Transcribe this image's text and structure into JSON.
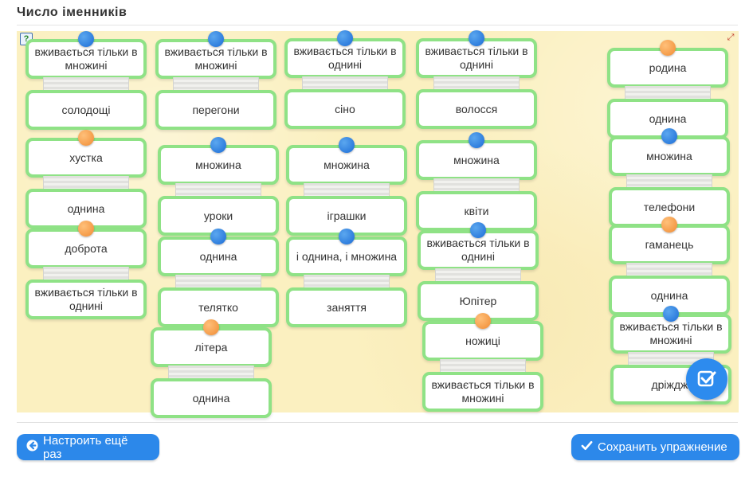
{
  "page": {
    "title": "Число іменників"
  },
  "icons": {
    "help": "help-icon",
    "fullscreen": "fullscreen-icon",
    "check": "check-icon"
  },
  "colors": {
    "card_border": "#8fe286",
    "pin_blue": "#1c6cd6",
    "pin_orange": "#f08b33",
    "button": "#2c88ea",
    "board": "#fbf0c0"
  },
  "pairs": [
    {
      "top": "вживається тільки в множині",
      "bottom": "солодощі",
      "pin": "blue"
    },
    {
      "top": "хустка",
      "bottom": "однина",
      "pin": "orange"
    },
    {
      "top": "доброта",
      "bottom": "вживається тільки в однині",
      "pin": "orange"
    },
    {
      "top": "вживається тільки в множині",
      "bottom": "перегони",
      "pin": "blue"
    },
    {
      "top": "множина",
      "bottom": "уроки",
      "pin": "blue"
    },
    {
      "top": "однина",
      "bottom": "телятко",
      "pin": "blue"
    },
    {
      "top": "літера",
      "bottom": "однина",
      "pin": "orange"
    },
    {
      "top": "вживається тільки в однині",
      "bottom": "сіно",
      "pin": "blue"
    },
    {
      "top": "множина",
      "bottom": "іграшки",
      "pin": "blue"
    },
    {
      "top": "і однина, і множина",
      "bottom": "заняття",
      "pin": "blue"
    },
    {
      "top": "вживається тільки в однині",
      "bottom": "волосся",
      "pin": "blue"
    },
    {
      "top": "множина",
      "bottom": "квіти",
      "pin": "blue"
    },
    {
      "top": "вживається тільки в однині",
      "bottom": "Юпітер",
      "pin": "blue"
    },
    {
      "top": "ножиці",
      "bottom": "вживається тільки в множині",
      "pin": "orange"
    },
    {
      "top": "родина",
      "bottom": "однина",
      "pin": "orange"
    },
    {
      "top": "множина",
      "bottom": "телефони",
      "pin": "blue"
    },
    {
      "top": "гаманець",
      "bottom": "однина",
      "pin": "orange"
    },
    {
      "top": "вживається тільки в множині",
      "bottom": "дріжджі",
      "pin": "blue"
    }
  ],
  "buttons": {
    "reset": "Настроить ещё раз",
    "save": "Сохранить упражнение"
  }
}
